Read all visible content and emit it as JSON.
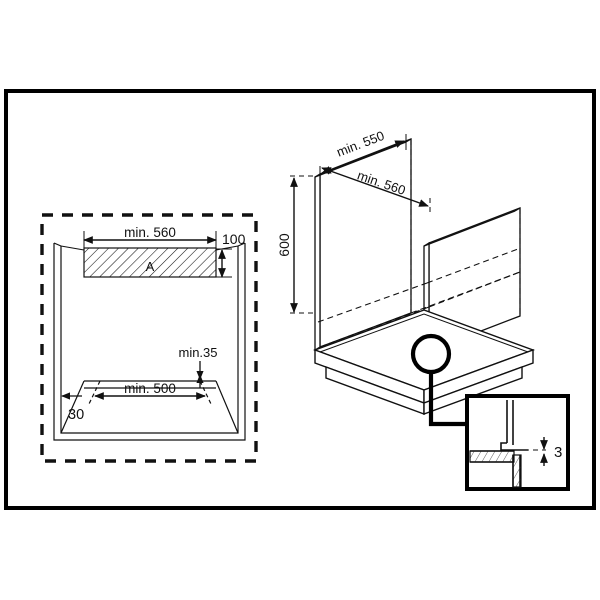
{
  "document": {
    "type": "technical-installation-drawing",
    "title": "Built-in oven cabinet cut-out dimensions",
    "units": "mm",
    "line_color": "#111111",
    "background_color": "#ffffff",
    "frame_color": "#000000"
  },
  "left_view": {
    "name": "front-elevation-niche",
    "border_style": "dashed",
    "labels": {
      "top_width": "min. 560",
      "top_gap_height": "100",
      "hatched_region": "A",
      "front_depth": "min.35",
      "bottom_width": "min. 500",
      "side_inset": "30"
    }
  },
  "right_view": {
    "name": "isometric-cabinet",
    "labels": {
      "depth": "min. 550",
      "width": "min. 560",
      "height": "600"
    }
  },
  "detail_view": {
    "name": "detail-callout",
    "labels": {
      "gap": "3"
    }
  }
}
